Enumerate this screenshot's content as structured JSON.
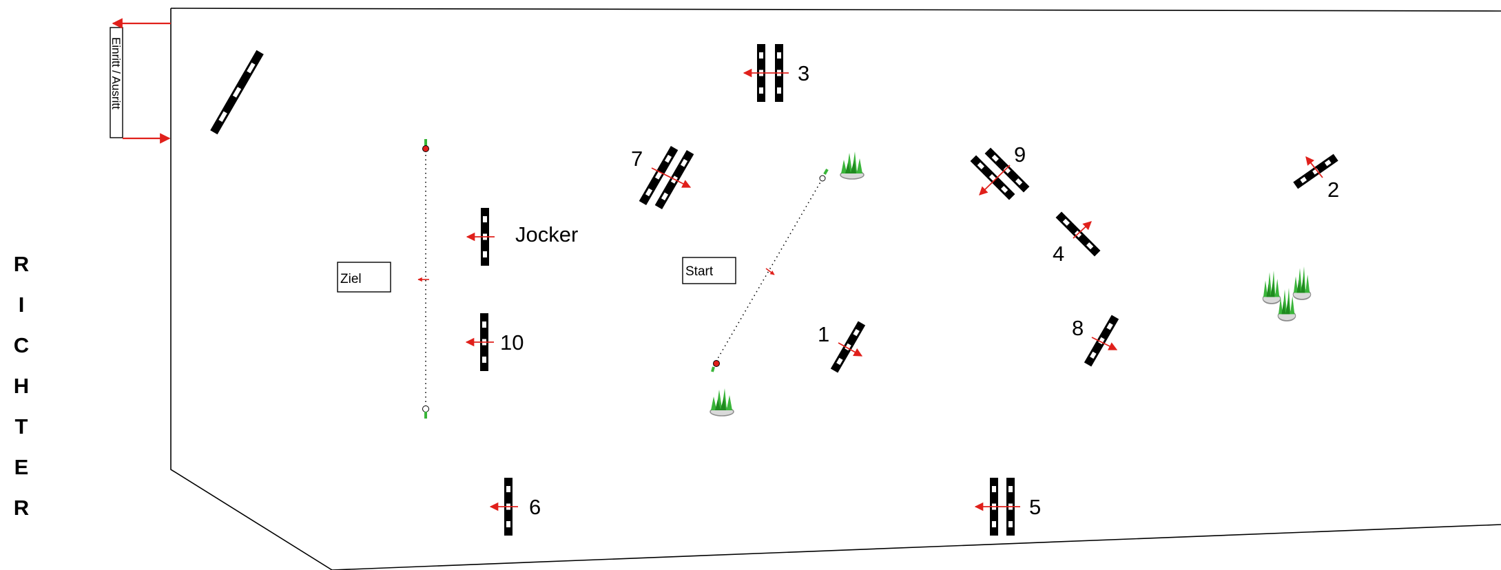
{
  "judge": {
    "letters": [
      "R",
      "I",
      "C",
      "H",
      "T",
      "E",
      "R"
    ]
  },
  "entry_exit_label": "Einritt / Ausritt",
  "boxes": {
    "finish": "Ziel",
    "start": "Start"
  },
  "obstacle_labels": {
    "o1": "1",
    "o2": "2",
    "o3": "3",
    "o4": "4",
    "o5": "5",
    "o6": "6",
    "o7": "7",
    "o8": "8",
    "o9": "9",
    "o10": "10",
    "joker": "Jocker"
  },
  "colors": {
    "arrow": "#e0201b",
    "rail": "#000000",
    "plant": "#3ab53a"
  }
}
